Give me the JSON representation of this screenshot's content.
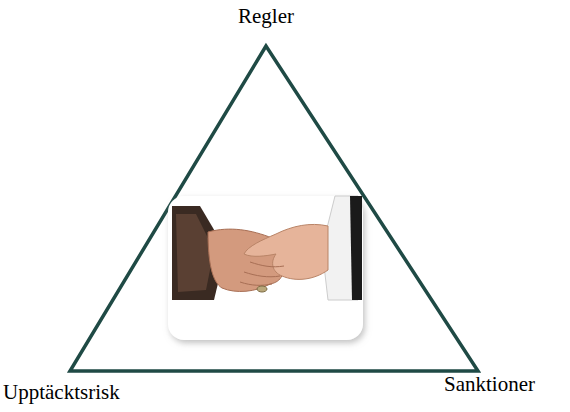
{
  "diagram": {
    "labels": [
      "Regler",
      "Upptäcktsrisk",
      "Sanktioner"
    ]
  }
}
